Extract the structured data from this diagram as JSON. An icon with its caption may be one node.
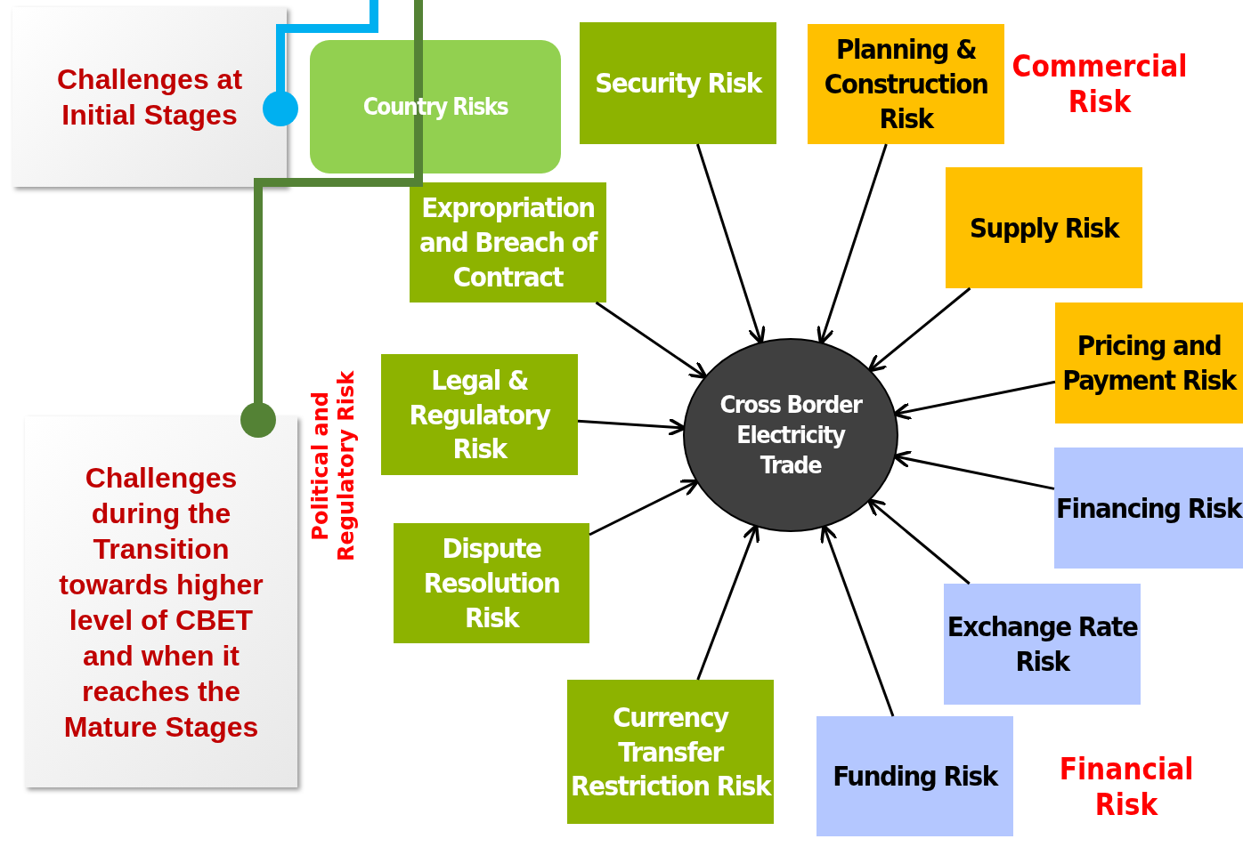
{
  "diagram": {
    "nodes": [
      {
        "text": [
          "Challenges at Initial Stages"
        ]
      },
      {
        "text": [
          "Country Risks"
        ]
      },
      {
        "text": [
          "Security Risk"
        ]
      },
      {
        "text": [
          "Planning & Construction Risk"
        ]
      },
      {
        "text": [
          "Supply Risk"
        ]
      },
      {
        "text": [
          "Expropriation and Breach of Contract"
        ]
      },
      {
        "text": [
          "Legal & Regulatory Risk"
        ]
      },
      {
        "text": [
          "Pricing and Payment Risk"
        ]
      },
      {
        "text": [
          "Financing Risk"
        ]
      },
      {
        "text": [
          "Dispute Resolution Risk"
        ]
      },
      {
        "text": [
          "Exchange Rate Risk"
        ]
      },
      {
        "text": [
          "Currency Transfer Restriction Risk"
        ]
      },
      {
        "text": [
          "Funding Risk"
        ]
      },
      {
        "text": [
          "Challenges during the Transition towards higher level of CBET and when it reaches the Mature Stages"
        ]
      },
      {
        "text": [
          "Cross Border Electricity Trade"
        ]
      }
    ],
    "edges": [
      {
        "from": null,
        "to": 0,
        "arrow": "other",
        "style": "thick",
        "color": "#00b0f0"
      },
      {
        "from": null,
        "to": 13,
        "arrow": "other",
        "style": "thick",
        "color": "#548235"
      },
      {
        "from": 2,
        "to": 14,
        "arrow": "to"
      },
      {
        "from": 3,
        "to": 14,
        "arrow": "to"
      },
      {
        "from": 4,
        "to": 14,
        "arrow": "to"
      },
      {
        "from": 5,
        "to": 14,
        "arrow": "to"
      },
      {
        "from": 6,
        "to": 14,
        "arrow": "to"
      },
      {
        "from": 7,
        "to": 14,
        "arrow": "to"
      },
      {
        "from": 8,
        "to": 14,
        "arrow": "to"
      },
      {
        "from": 9,
        "to": 14,
        "arrow": "to"
      },
      {
        "from": 10,
        "to": 14,
        "arrow": "to"
      },
      {
        "from": 11,
        "to": 14,
        "arrow": "to"
      },
      {
        "from": 12,
        "to": 14,
        "arrow": "to"
      }
    ],
    "labels": [
      "Commercial Risk",
      "Political and Regulatory Risk",
      "Financial Risk"
    ]
  }
}
